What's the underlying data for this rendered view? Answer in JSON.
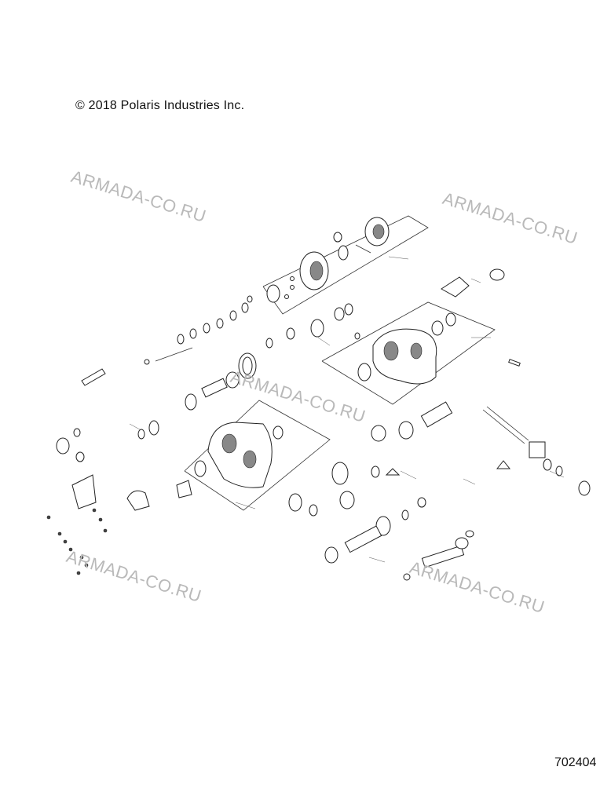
{
  "copyright": "© 2018 Polaris Industries Inc.",
  "diagram_id": "702404",
  "watermarks": [
    "ARMADA-CO.RU",
    "ARMADA-CO.RU",
    "ARMADA-CO.RU",
    "ARMADA-CO.RU",
    "ARMADA-CO.RU"
  ]
}
